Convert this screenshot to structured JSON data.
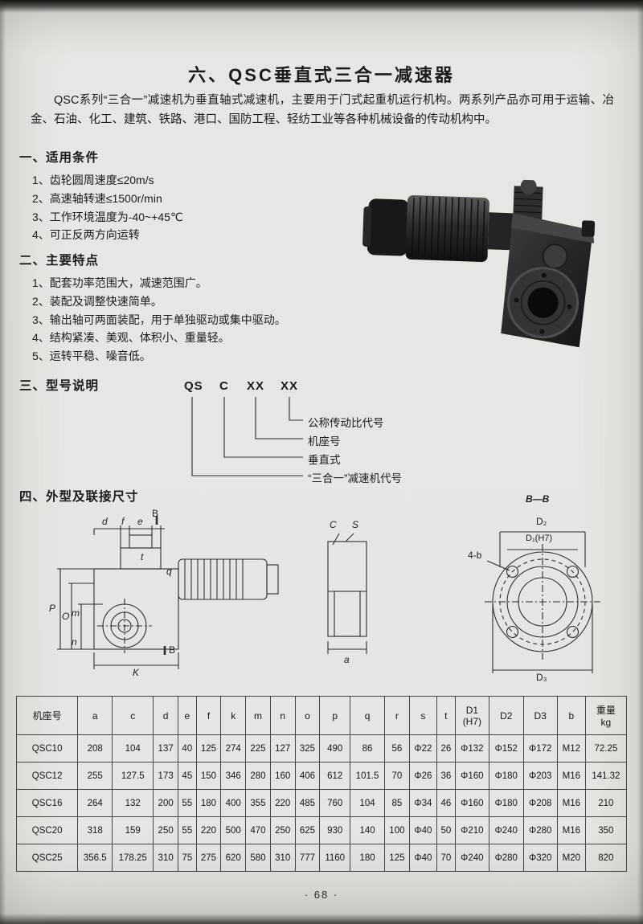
{
  "page": {
    "title": "六、QSC垂直式三合一减速器",
    "intro": "QSC系列“三合一”减速机为垂直轴式减速机，主要用于门式起重机运行机构。两系列产品亦可用于运输、冶金、石油、化工、建筑、铁路、港口、国防工程、轻纺工业等各种机械设备的传动机构中。",
    "footer": "· 68 ·"
  },
  "sections": {
    "conditions": {
      "heading": "一、适用条件",
      "items": [
        "1、齿轮圆周速度≤20m/s",
        "2、高速轴转速≤1500r/min",
        "3、工作环境温度为-40~+45℃",
        "4、可正反两方向运转"
      ]
    },
    "features": {
      "heading": "二、主要特点",
      "items": [
        "1、配套功率范围大，减速范围广。",
        "2、装配及调整快速简单。",
        "3、输出轴可两面装配，用于单独驱动或集中驱动。",
        "4、结构紧凑、美观、体积小、重量轻。",
        "5、运转平稳、噪音低。"
      ]
    },
    "model": {
      "heading": "三、型号说明",
      "code_parts": [
        "QS",
        "C",
        "XX",
        "XX"
      ],
      "labels": [
        "公称传动比代号",
        "机座号",
        "垂直式",
        "“三合一”减速机代号"
      ]
    },
    "dimensions": {
      "heading": "四、外型及联接尺寸",
      "section_view_label": "B—B",
      "left_labels": {
        "B_top": "B",
        "d": "d",
        "f": "f",
        "e": "e",
        "t": "t",
        "q": "q",
        "P": "P",
        "O": "O",
        "m": "m",
        "n": "n",
        "K": "K",
        "B_bottom": "B"
      },
      "mid_labels": {
        "C": "C",
        "S": "S",
        "a": "a"
      },
      "right_labels": {
        "D2": "D₂",
        "D1": "D₁(H7)",
        "bolts": "4-b",
        "D3": "D₃"
      }
    }
  },
  "table": {
    "headers": [
      "机座号",
      "a",
      "c",
      "d",
      "e",
      "f",
      "k",
      "m",
      "n",
      "o",
      "p",
      "q",
      "r",
      "s",
      "t",
      "D1\n(H7)",
      "D2",
      "D3",
      "b",
      "重量\nkg"
    ],
    "rows": [
      [
        "QSC10",
        "208",
        "104",
        "137",
        "40",
        "125",
        "274",
        "225",
        "127",
        "325",
        "490",
        "86",
        "56",
        "Φ22",
        "26",
        "Φ132",
        "Φ152",
        "Φ172",
        "M12",
        "72.25"
      ],
      [
        "QSC12",
        "255",
        "127.5",
        "173",
        "45",
        "150",
        "346",
        "280",
        "160",
        "406",
        "612",
        "101.5",
        "70",
        "Φ26",
        "36",
        "Φ160",
        "Φ180",
        "Φ203",
        "M16",
        "141.32"
      ],
      [
        "QSC16",
        "264",
        "132",
        "200",
        "55",
        "180",
        "400",
        "355",
        "220",
        "485",
        "760",
        "104",
        "85",
        "Φ34",
        "46",
        "Φ160",
        "Φ180",
        "Φ208",
        "M16",
        "210"
      ],
      [
        "QSC20",
        "318",
        "159",
        "250",
        "55",
        "220",
        "500",
        "470",
        "250",
        "625",
        "930",
        "140",
        "100",
        "Φ40",
        "50",
        "Φ210",
        "Φ240",
        "Φ280",
        "M16",
        "350"
      ],
      [
        "QSC25",
        "356.5",
        "178.25",
        "310",
        "75",
        "275",
        "620",
        "580",
        "310",
        "777",
        "1160",
        "180",
        "125",
        "Φ40",
        "70",
        "Φ240",
        "Φ280",
        "Φ320",
        "M20",
        "820"
      ]
    ]
  }
}
